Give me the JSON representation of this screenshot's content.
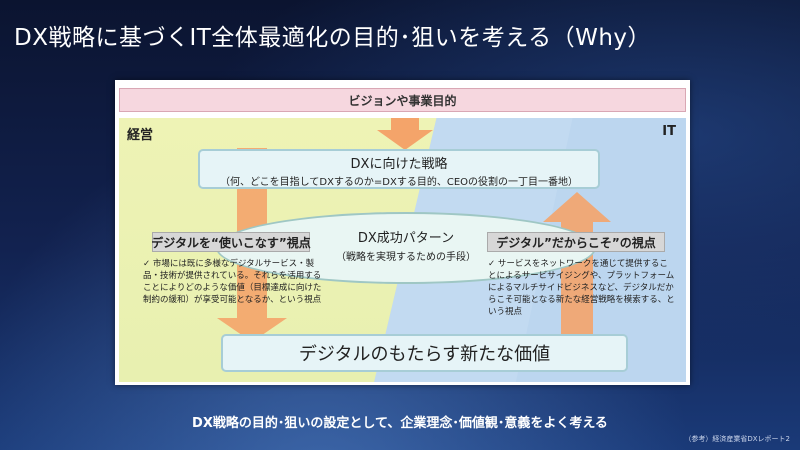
{
  "title": "DX戦略に基づくIT全体最適化の目的･狙いを考える（Why）",
  "diagram": {
    "vision_label": "ビジョンや事業目的",
    "left_side_label": "経営",
    "right_side_label": "IT",
    "strategy_title": "DXに向けた戦略",
    "strategy_subtitle": "（何、どこを目指してDXするのか=DXする目的、CEOの役割の一丁目一番地）",
    "pattern_title": "DX成功パターン",
    "pattern_subtitle": "（戦略を実現するための手段）",
    "left_heading": "デジタルを“使いこなす”視点",
    "left_bullet": "✓ 市場には既に多様なデジタルサービス・製品・技術が提供されている。それらを活用することによりどのような価値（目標達成に向けた制約の緩和）が享受可能となるか、という視点",
    "right_heading": "デジタル”だからこそ”の視点",
    "right_bullet": "✓ サービスをネットワークを通じて提供することによるサービサイジングや、プラットフォームによるマルチサイドビジネスなど、デジタルだからこそ可能となる新たな経営戦略を模索する、という視点",
    "value_label": "デジタルのもたらす新たな価値",
    "colors": {
      "arrow": "#f4a46a",
      "management_bg": "#eef3b5",
      "it_bg": "#bcd6ef",
      "vision_bg": "#f6d7df"
    }
  },
  "footer_text": "DX戦略の目的･狙いの設定として、企業理念･価値観･意義をよく考える",
  "source_note": "（参考）経済産業省DXレポート2"
}
